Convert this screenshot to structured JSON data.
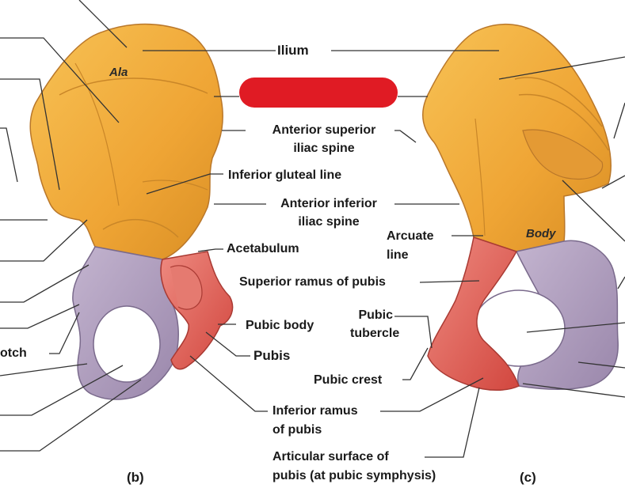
{
  "labels": {
    "ilium": "Ilium",
    "ala": "Ala",
    "body": "Body",
    "asis_1": "Anterior superior",
    "asis_2": "iliac spine",
    "inf_gluteal": "Inferior gluteal line",
    "aiis_1": "Anterior inferior",
    "aiis_2": "iliac spine",
    "acetabulum": "Acetabulum",
    "arcuate_1": "Arcuate",
    "arcuate_2": "line",
    "sup_ramus": "Superior ramus of pubis",
    "pubic_body": "Pubic body",
    "pubic_tubercle_1": "Pubic",
    "pubic_tubercle_2": "tubercle",
    "pubis": "Pubis",
    "pubic_crest": "Pubic crest",
    "inf_ramus_1": "Inferior ramus",
    "inf_ramus_2": "of pubis",
    "artic_1": "Articular surface of",
    "artic_2": "pubis (at pubic symphysis)",
    "otch": "otch",
    "panel_b": "(b)",
    "panel_c": "(c)"
  },
  "colors": {
    "ilium": "#f2ae3c",
    "ischium": "#b4a3c0",
    "pubis": "#e0605a",
    "redaction": "#e01b24",
    "leader": "#333333"
  }
}
